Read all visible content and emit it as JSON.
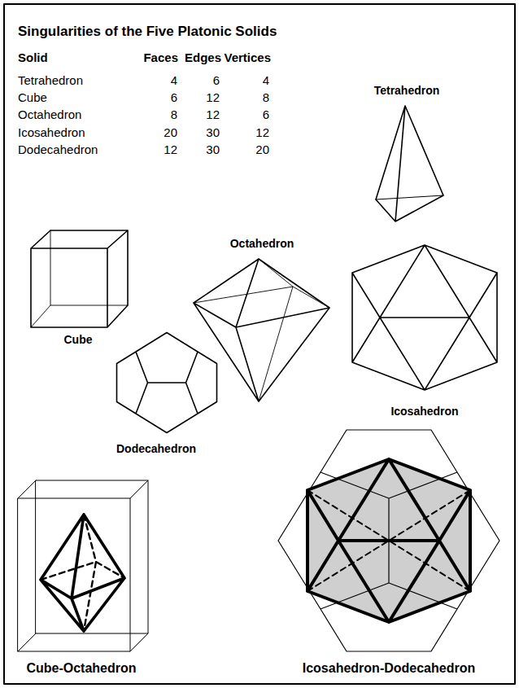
{
  "diagram": {
    "title": "Singularities of the Five Platonic Solids",
    "labels": [
      "Solid",
      "Faces",
      "Edges",
      "Vertices",
      "Tetrahedron",
      "4",
      "6",
      "4",
      "Cube",
      "6",
      "12",
      "8",
      "Octahedron",
      "8",
      "12",
      "6",
      "Icosahedron",
      "20",
      "30",
      "12",
      "Dodecahedron",
      "12",
      "30",
      "20",
      "Tetrahedron",
      "Octahedron",
      "Cube",
      "Icosahedron",
      "Dodecahedron",
      "Cube-Octahedron",
      "Icosahedron-Dodecahedron"
    ]
  }
}
